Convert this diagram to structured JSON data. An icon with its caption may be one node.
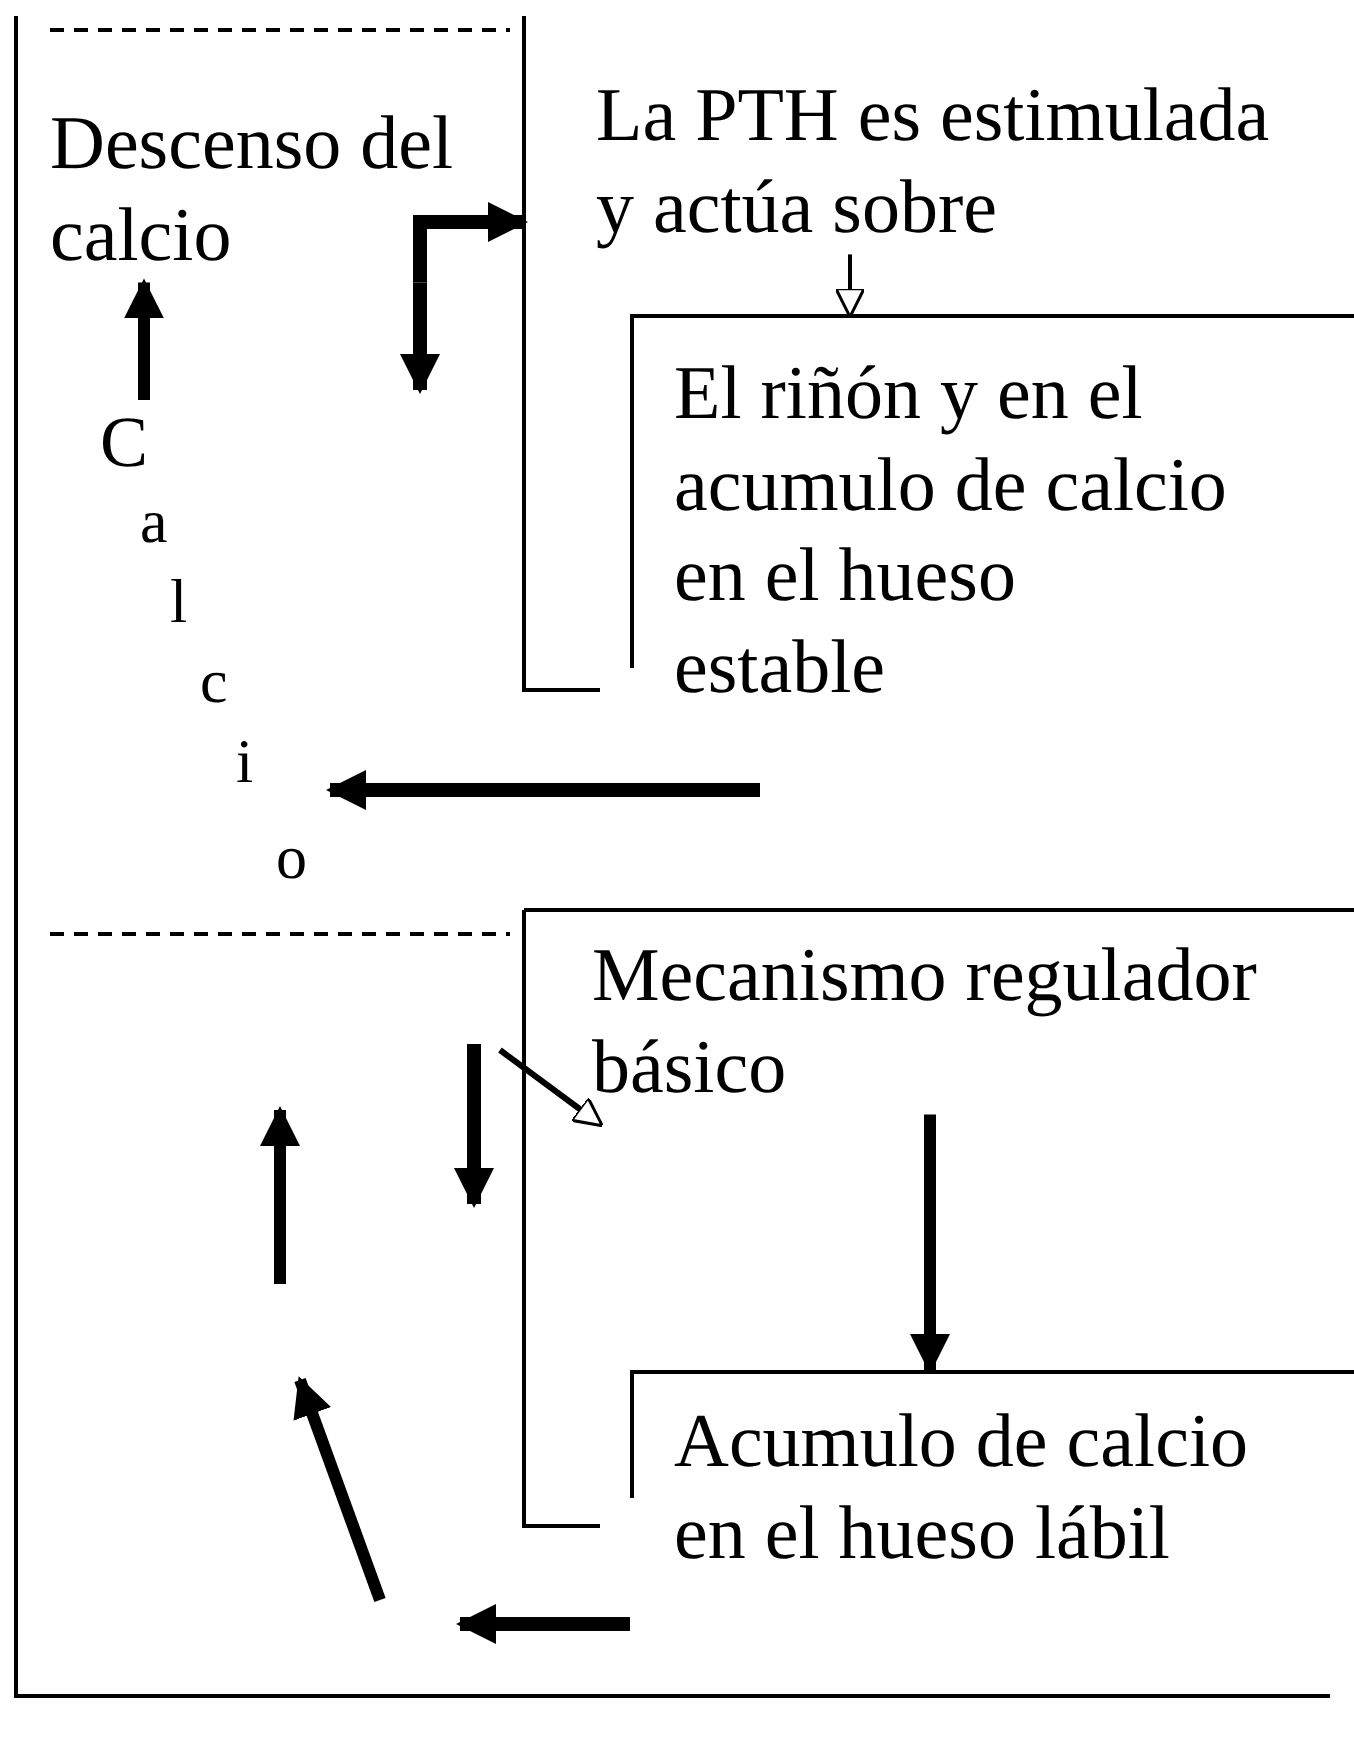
{
  "diagram": {
    "nodes": [
      {
        "text": [
          "Descenso del calcio"
        ]
      },
      {
        "text": [
          "La PTH es estimulada y actúa sobre"
        ]
      },
      {
        "text": [
          "El riñón y en el acumulo de calcio en el hueso estable"
        ]
      },
      {
        "text": [
          "Calcio"
        ]
      },
      {
        "text": [
          "Mecanismo regulador básico"
        ]
      },
      {
        "text": [
          "Acumulo de calcio en el hueso lábil"
        ]
      }
    ],
    "edges": [
      {
        "from": 3,
        "to": 0,
        "arrow": "to"
      },
      {
        "from": 0,
        "to": 1,
        "arrow": "to"
      },
      {
        "from": 0,
        "to": null,
        "arrow": "to"
      },
      {
        "from": 1,
        "to": 2,
        "arrow": "to"
      },
      {
        "from": 2,
        "to": 3,
        "arrow": "to"
      },
      {
        "from": 4,
        "to": 5,
        "arrow": "to"
      },
      {
        "from": 5,
        "to": null,
        "arrow": "to"
      },
      {
        "from": null,
        "to": 4,
        "arrow": "to"
      }
    ]
  }
}
